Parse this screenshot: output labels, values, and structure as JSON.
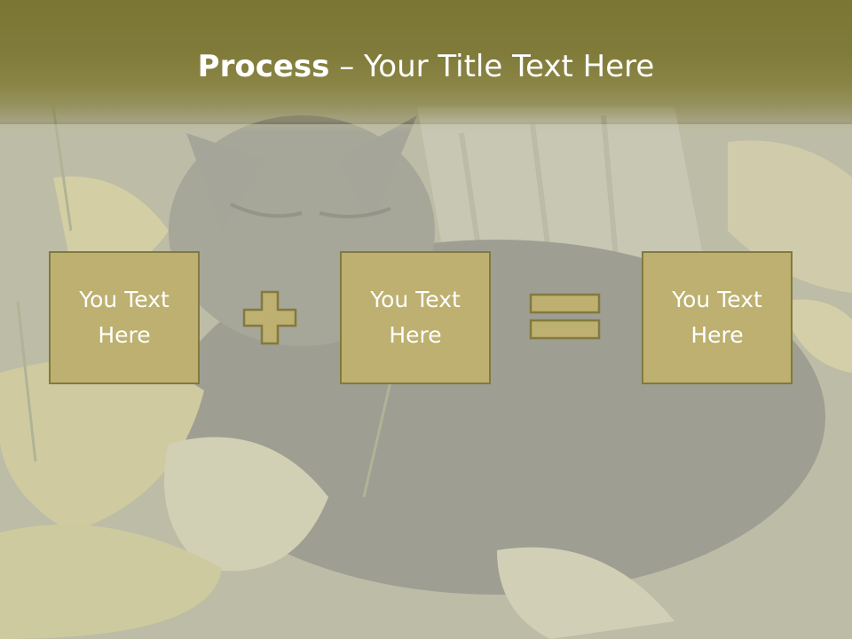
{
  "slide": {
    "title_bold": "Process",
    "title_dash": " – ",
    "title_rest": "Your Title Text Here"
  },
  "process": {
    "boxes": [
      {
        "text": "You Text Here"
      },
      {
        "text": "You Text Here"
      },
      {
        "text": "You Text Here"
      }
    ],
    "operators": [
      "plus-icon",
      "equals-icon"
    ]
  },
  "colors": {
    "header_band": "#807b3a",
    "box_fill": "#bdb070",
    "box_border": "#827a3e",
    "text": "#ffffff"
  }
}
